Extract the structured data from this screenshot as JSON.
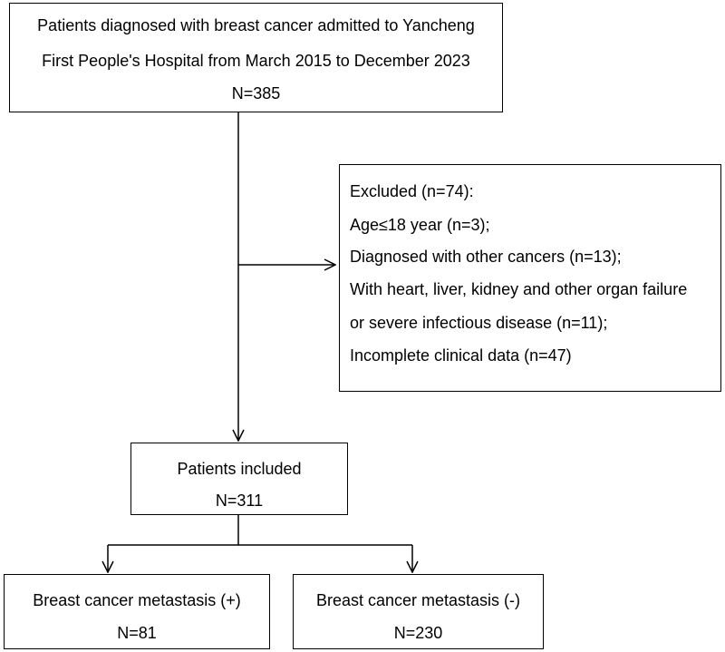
{
  "flowchart": {
    "top_box": {
      "line1": "Patients diagnosed with breast cancer admitted to Yancheng",
      "line2": "First People's Hospital from March 2015 to December 2023",
      "count": "N=385"
    },
    "excluded_box": {
      "title": "Excluded (n=74):",
      "items": [
        "Age≤18 year (n=3);",
        "Diagnosed with other cancers (n=13);",
        "With heart, liver, kidney and other organ failure",
        "or severe infectious disease (n=11);",
        "Incomplete clinical data (n=47)"
      ]
    },
    "included_box": {
      "label": "Patients included",
      "count": "N=311"
    },
    "metastasis_positive_box": {
      "label": "Breast cancer metastasis (+)",
      "count": "N=81"
    },
    "metastasis_negative_box": {
      "label": "Breast cancer metastasis (-)",
      "count": "N=230"
    }
  }
}
